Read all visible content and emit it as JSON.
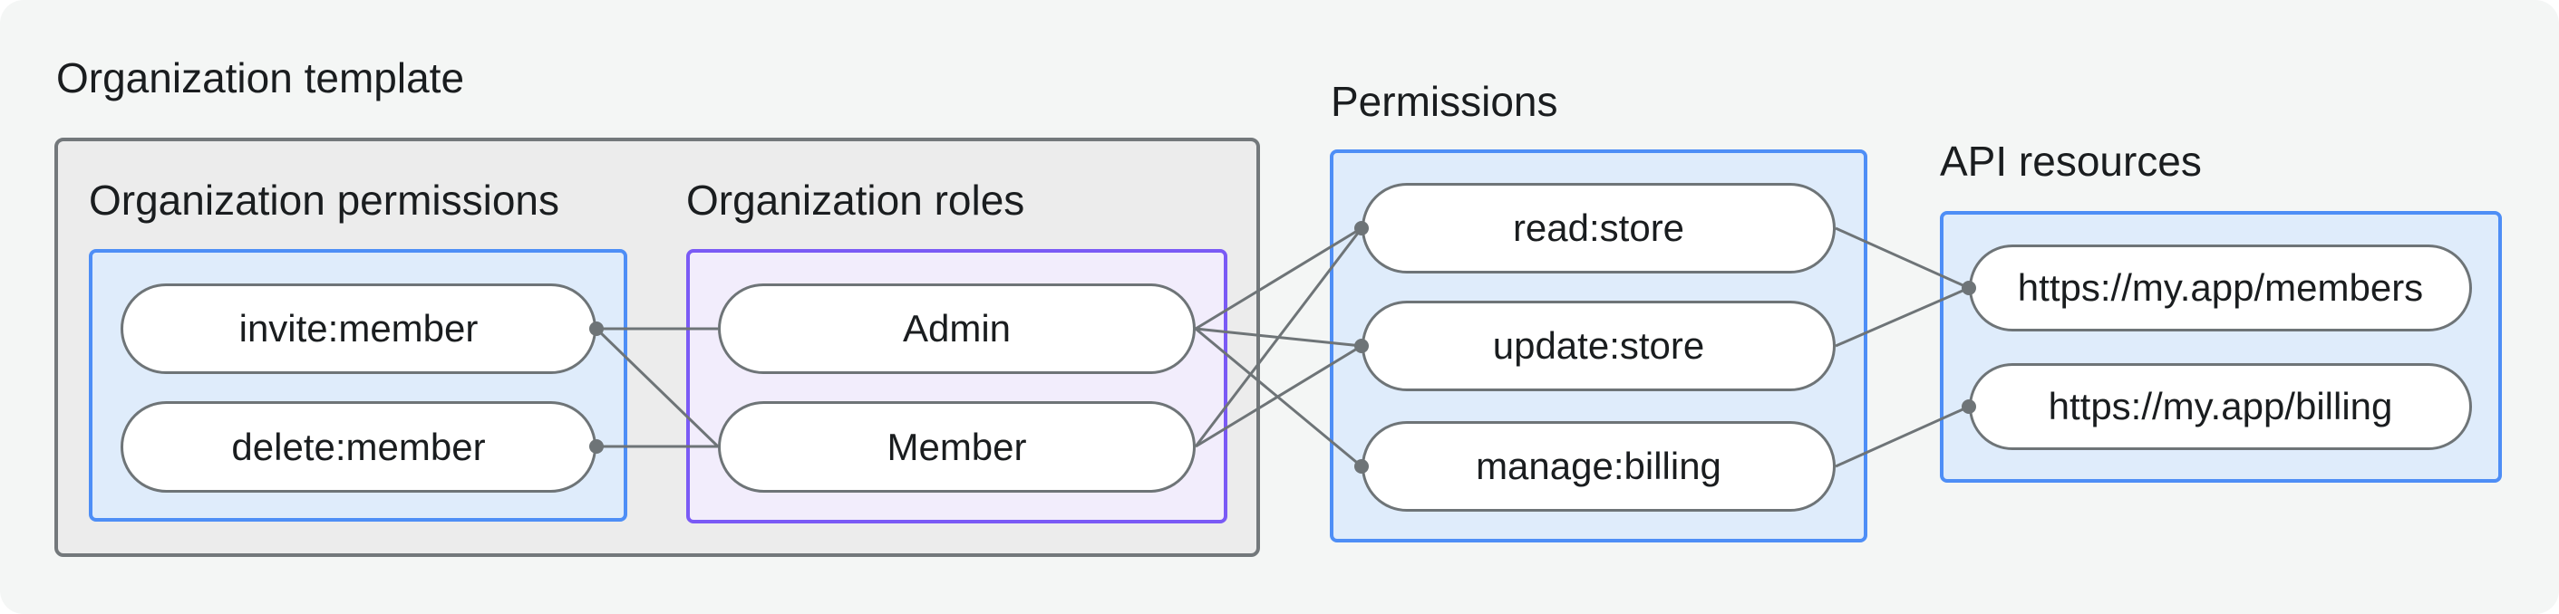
{
  "colors": {
    "canvas_bg": "#f4f6f5",
    "gray_container_bg": "#ececec",
    "gray_container_border": "#73787b",
    "blue_box_bg": "#dfecfb",
    "blue_box_border": "#4e8ef6",
    "purple_box_bg": "#f2edfc",
    "purple_box_border": "#7a5af5",
    "pill_bg": "#ffffff",
    "pill_border": "#6e7477",
    "edge_line": "#6e7477",
    "text": "#1a1d1f"
  },
  "organization_template": {
    "title": "Organization template",
    "permissions_group": {
      "title": "Organization permissions",
      "items": [
        "invite:member",
        "delete:member"
      ]
    },
    "roles_group": {
      "title": "Organization roles",
      "items": [
        "Admin",
        "Member"
      ]
    }
  },
  "permissions": {
    "title": "Permissions",
    "items": [
      "read:store",
      "update:store",
      "manage:billing"
    ]
  },
  "api_resources": {
    "title": "API resources",
    "items": [
      "https://my.app/members",
      "https://my.app/billing"
    ]
  },
  "connections": [
    {
      "from": "invite:member",
      "to": "Admin"
    },
    {
      "from": "invite:member",
      "to": "Member"
    },
    {
      "from": "delete:member",
      "to": "Member"
    },
    {
      "from": "Admin",
      "to": "read:store"
    },
    {
      "from": "Admin",
      "to": "update:store"
    },
    {
      "from": "Admin",
      "to": "manage:billing"
    },
    {
      "from": "Member",
      "to": "read:store"
    },
    {
      "from": "Member",
      "to": "update:store"
    },
    {
      "from": "read:store",
      "to": "https://my.app/members"
    },
    {
      "from": "update:store",
      "to": "https://my.app/members"
    },
    {
      "from": "manage:billing",
      "to": "https://my.app/billing"
    }
  ]
}
